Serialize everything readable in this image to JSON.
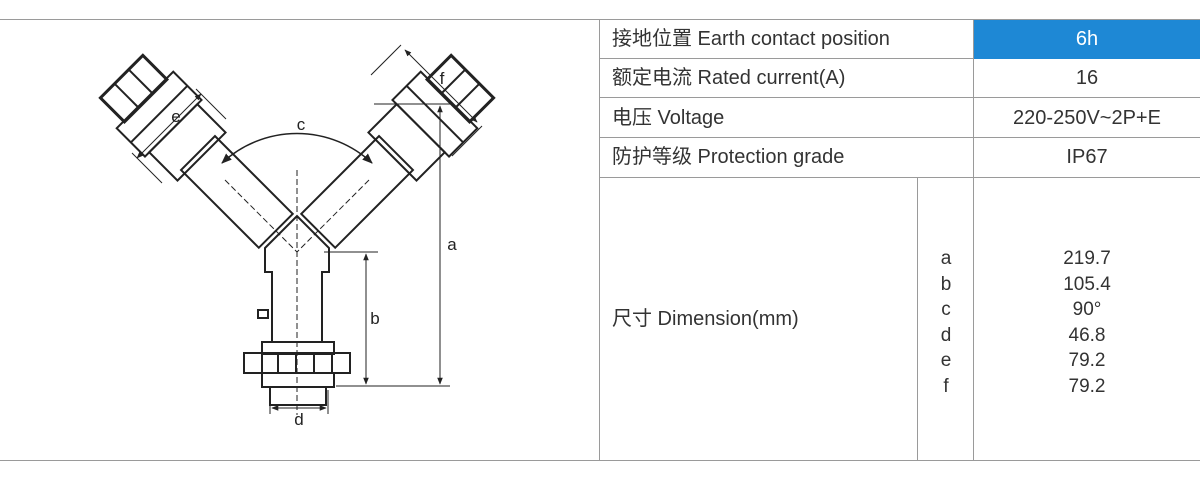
{
  "spec_table": {
    "earth_contact": {
      "label": "接地位置 Earth contact position",
      "value": "6h",
      "highlight_color": "#1e88d5"
    },
    "rated_current": {
      "label": "额定电流 Rated current(A)",
      "value": "16"
    },
    "voltage": {
      "label": "电压 Voltage",
      "value": "220-250V~2P+E"
    },
    "protection": {
      "label": "防护等级 Protection grade",
      "value": "IP67"
    },
    "dimension": {
      "label": "尺寸 Dimension(mm)",
      "items": [
        {
          "key": "a",
          "value": "219.7"
        },
        {
          "key": "b",
          "value": "105.4"
        },
        {
          "key": "c",
          "value": "90°"
        },
        {
          "key": "d",
          "value": "46.8"
        },
        {
          "key": "e",
          "value": "79.2"
        },
        {
          "key": "f",
          "value": "79.2"
        }
      ]
    }
  },
  "drawing_labels": {
    "a": "a",
    "b": "b",
    "c": "c",
    "d": "d",
    "e": "e",
    "f": "f"
  }
}
